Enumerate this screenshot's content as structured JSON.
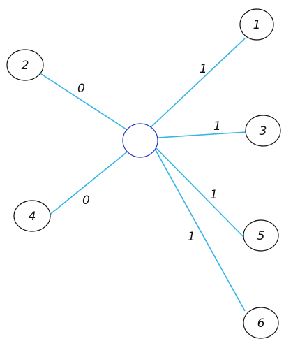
{
  "colors": {
    "edge": "#33b5e5",
    "center_node_stroke": "#2b35c8",
    "node_stroke": "#111111",
    "background": "#ffffff"
  },
  "center": {
    "label": ""
  },
  "nodes": [
    {
      "id": "1",
      "label": "1",
      "edge_label": "1"
    },
    {
      "id": "2",
      "label": "2",
      "edge_label": "0"
    },
    {
      "id": "3",
      "label": "3",
      "edge_label": "1"
    },
    {
      "id": "4",
      "label": "4",
      "edge_label": "0"
    },
    {
      "id": "5",
      "label": "5",
      "edge_label": "1"
    },
    {
      "id": "6",
      "label": "6",
      "edge_label": "1"
    }
  ]
}
